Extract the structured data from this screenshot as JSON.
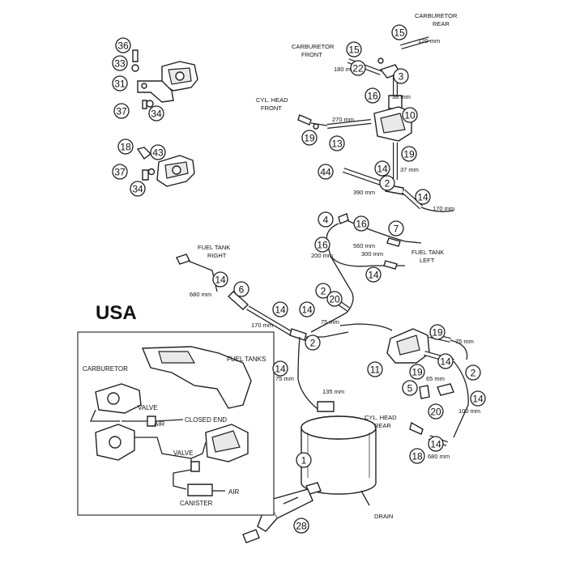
{
  "diagram": {
    "callouts": [
      {
        "id": "c36",
        "num": "36"
      },
      {
        "id": "c33",
        "num": "33"
      },
      {
        "id": "c31",
        "num": "31"
      },
      {
        "id": "c37a",
        "num": "37"
      },
      {
        "id": "c34a",
        "num": "34"
      },
      {
        "id": "c18a",
        "num": "18"
      },
      {
        "id": "c43",
        "num": "43"
      },
      {
        "id": "c37b",
        "num": "37"
      },
      {
        "id": "c34b",
        "num": "34"
      },
      {
        "id": "c15a",
        "num": "15"
      },
      {
        "id": "c15b",
        "num": "15"
      },
      {
        "id": "c22",
        "num": "22"
      },
      {
        "id": "c3",
        "num": "3"
      },
      {
        "id": "c16a",
        "num": "16"
      },
      {
        "id": "c10",
        "num": "10"
      },
      {
        "id": "c19a",
        "num": "19"
      },
      {
        "id": "c13",
        "num": "13"
      },
      {
        "id": "c19b",
        "num": "19"
      },
      {
        "id": "c44",
        "num": "44"
      },
      {
        "id": "c14a",
        "num": "14"
      },
      {
        "id": "c2a",
        "num": "2"
      },
      {
        "id": "c14b",
        "num": "14"
      },
      {
        "id": "c4",
        "num": "4"
      },
      {
        "id": "c16b",
        "num": "16"
      },
      {
        "id": "c7",
        "num": "7"
      },
      {
        "id": "c16c",
        "num": "16"
      },
      {
        "id": "c14c",
        "num": "14"
      },
      {
        "id": "c6",
        "num": "6"
      },
      {
        "id": "c14d",
        "num": "14"
      },
      {
        "id": "c2b",
        "num": "2"
      },
      {
        "id": "c20a",
        "num": "20"
      },
      {
        "id": "c14e",
        "num": "14"
      },
      {
        "id": "c2c",
        "num": "2"
      },
      {
        "id": "c14f",
        "num": "14"
      },
      {
        "id": "c14g",
        "num": "14"
      },
      {
        "id": "c19c",
        "num": "19"
      },
      {
        "id": "c11",
        "num": "11"
      },
      {
        "id": "c14h",
        "num": "14"
      },
      {
        "id": "c19d",
        "num": "19"
      },
      {
        "id": "c2d",
        "num": "2"
      },
      {
        "id": "c5",
        "num": "5"
      },
      {
        "id": "c20b",
        "num": "20"
      },
      {
        "id": "c14i",
        "num": "14"
      },
      {
        "id": "c18b",
        "num": "18"
      },
      {
        "id": "c14j",
        "num": "14"
      },
      {
        "id": "c1",
        "num": "1"
      },
      {
        "id": "c28",
        "num": "28"
      }
    ],
    "labels": {
      "carb_rear_1": "CARBURETOR",
      "carb_rear_2": "REAR",
      "carb_front_1": "CARBURETOR",
      "carb_front_2": "FRONT",
      "cyl_front_1": "CYL. HEAD",
      "cyl_front_2": "FRONT",
      "tank_right_1": "FUEL TANK",
      "tank_right_2": "RIGHT",
      "tank_left_1": "FUEL TANK",
      "tank_left_2": "LEFT",
      "cyl_rear_1": "CYL. HEAD",
      "cyl_rear_2": "REAR",
      "drain": "DRAIN",
      "usa": "USA"
    },
    "dimensions": {
      "d120": "120 mm",
      "d180": "180 mm",
      "d38": "38 mm",
      "d270": "270 mm",
      "d37": "37 mm",
      "d390": "390 mm",
      "d170a": "170 mm",
      "d560": "560 mm",
      "d200": "200 mm",
      "d300": "300 mm",
      "d680a": "680 mm",
      "d170b": "170 mm",
      "d75a": "75 mm",
      "d75b": "75 mm",
      "d135": "135 mm",
      "d75c": "75 mm",
      "d65": "65 mm",
      "d100": "100 mm",
      "d680b": "680 mm"
    },
    "inset": {
      "carburetor": "CARBURETOR",
      "fuel_tanks": "FUEL TANKS",
      "valve1": "VALVE",
      "air1": "AIR",
      "closed_end": "CLOSED END",
      "valve2": "VALVE",
      "air2": "AIR",
      "canister": "CANISTER"
    }
  }
}
